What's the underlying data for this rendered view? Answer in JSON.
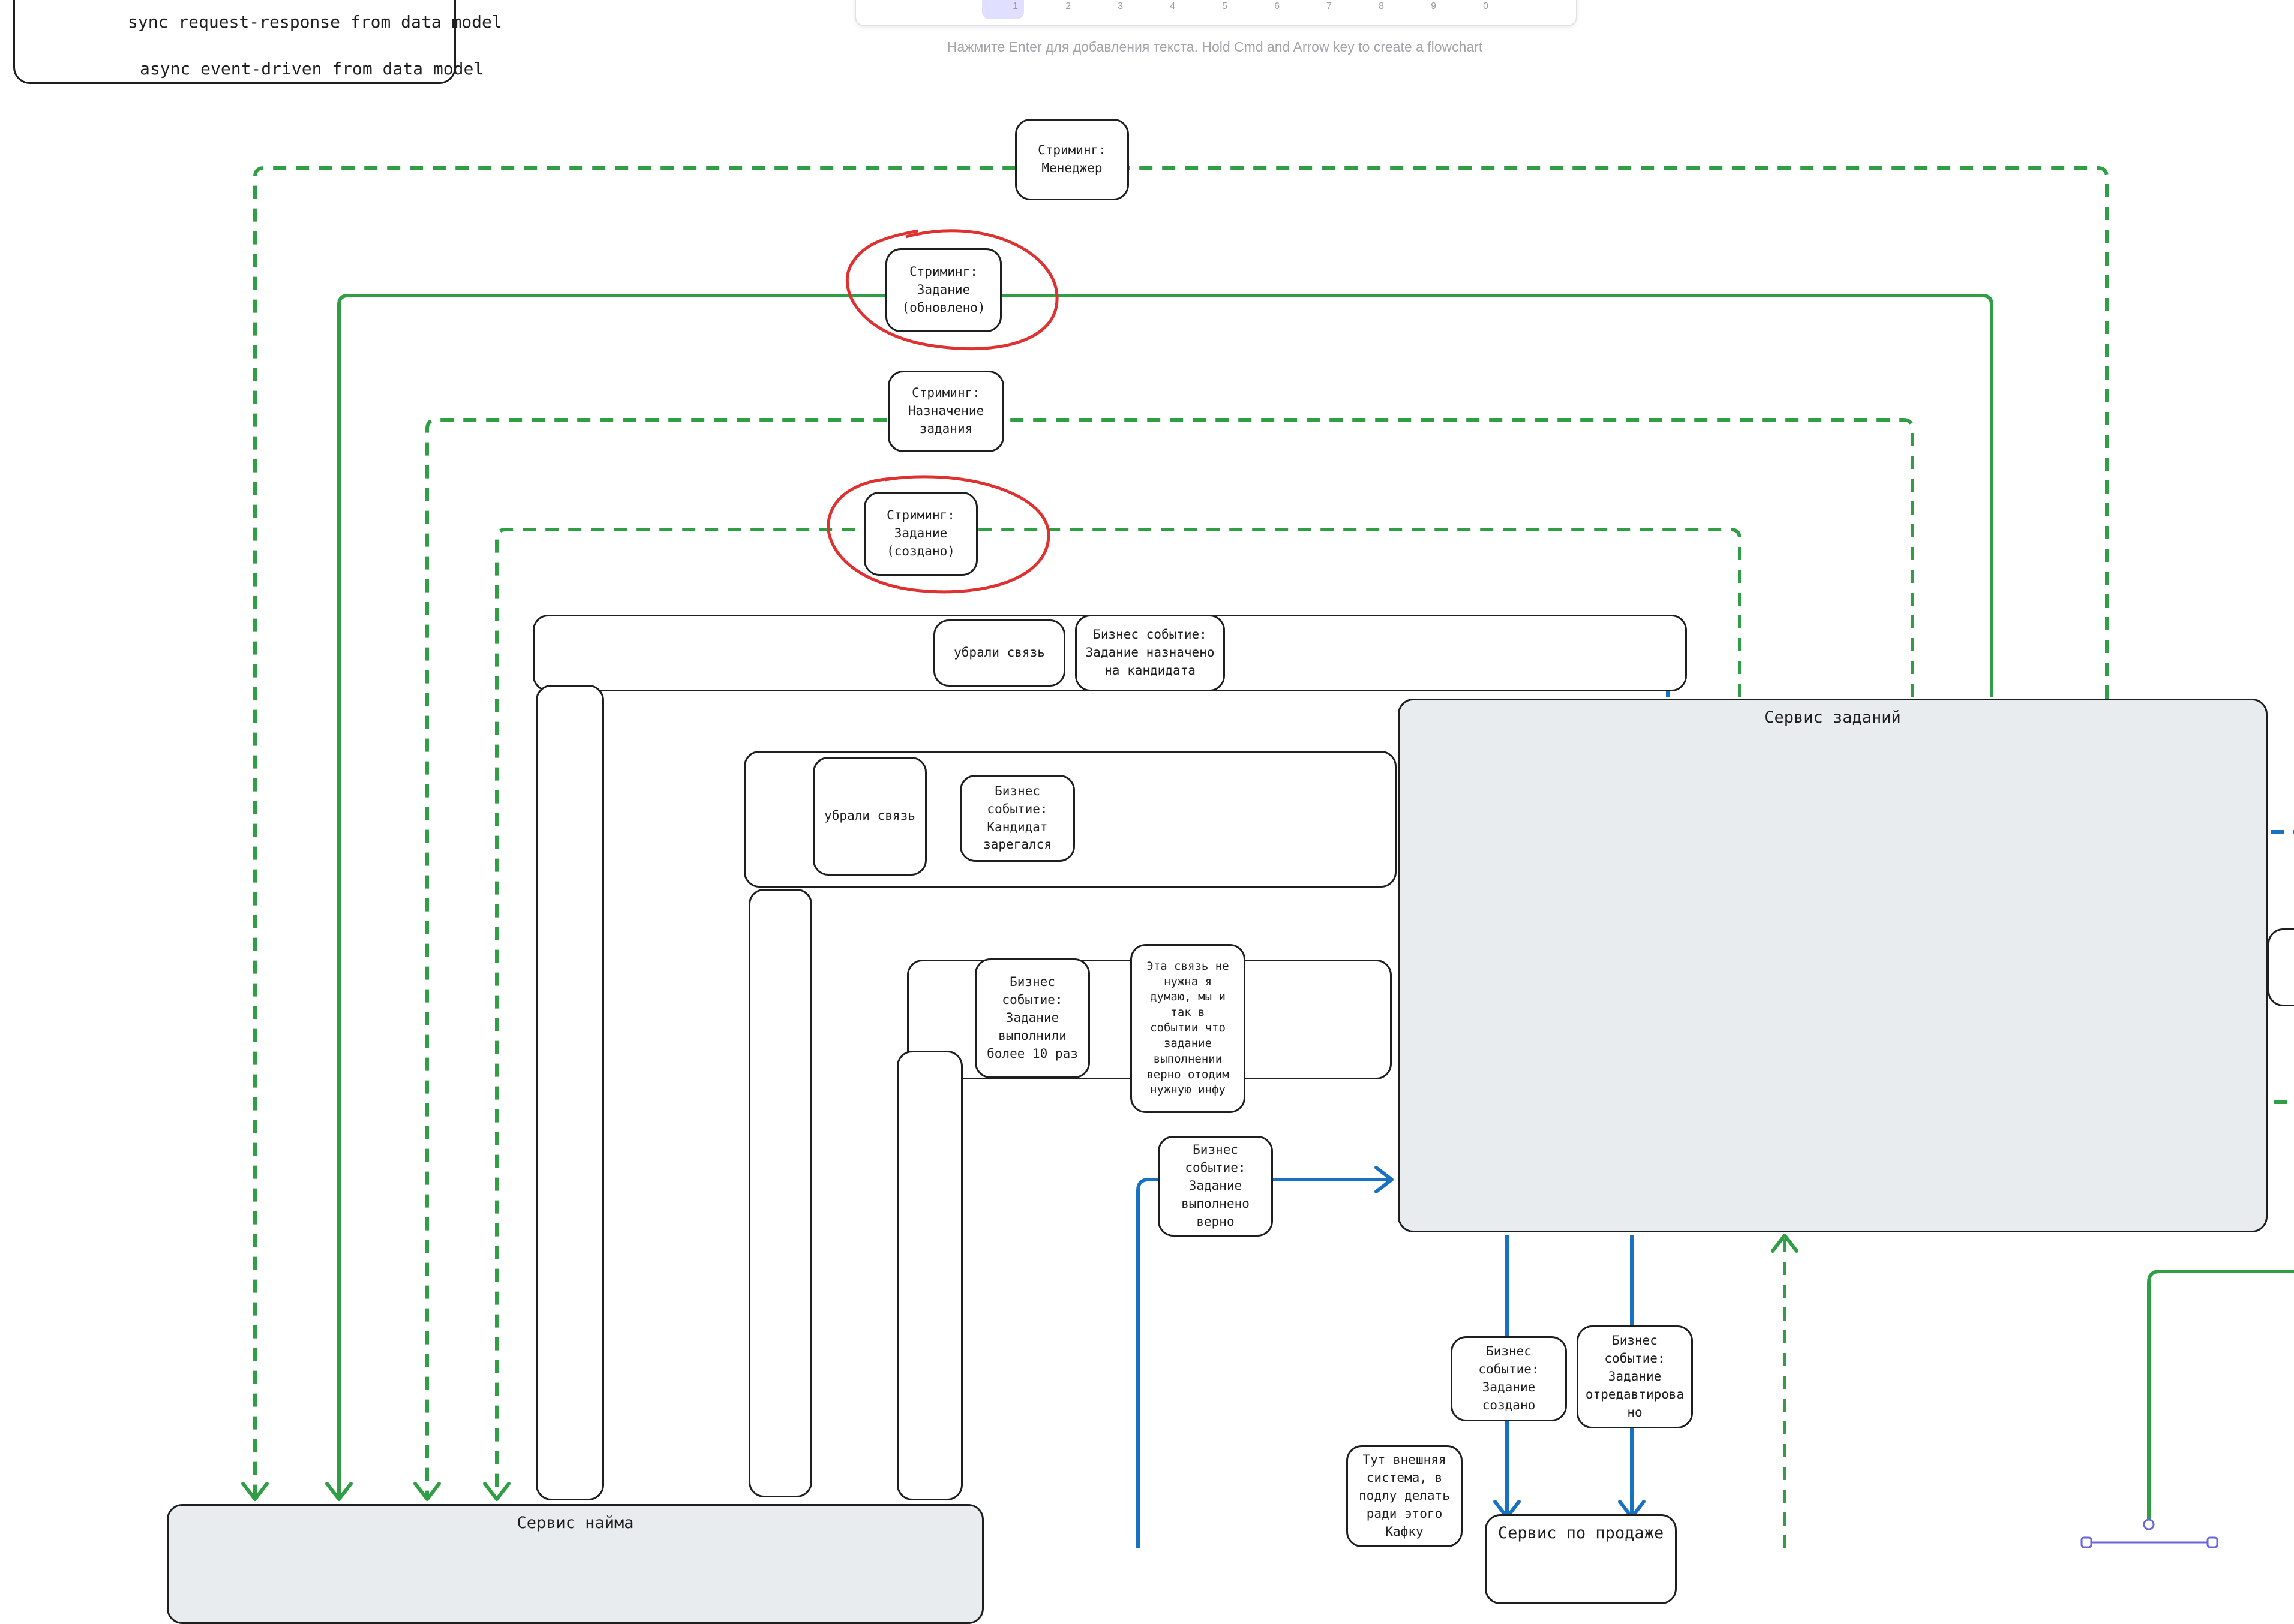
{
  "colors": {
    "green": "#2f9e44",
    "blue": "#1971c2",
    "red": "#e03131",
    "ink": "#1e1e1e",
    "service_fill": "#e9ecef",
    "hint": "#a4a4ad",
    "tool_active": "#e0dfff"
  },
  "legend": {
    "sync_label": "sync request-response from data model",
    "async_label": "async event-driven from data model"
  },
  "toolbar": {
    "tools": [
      {
        "icon": "lock-icon",
        "number": ""
      },
      {
        "icon": "hand-icon",
        "number": ""
      },
      {
        "icon": "selection-icon",
        "number": "1"
      },
      {
        "icon": "rectangle-icon",
        "number": "2"
      },
      {
        "icon": "diamond-icon",
        "number": "3"
      },
      {
        "icon": "ellipse-icon",
        "number": "4"
      },
      {
        "icon": "arrow-icon",
        "number": "5"
      },
      {
        "icon": "line-icon",
        "number": "6"
      },
      {
        "icon": "draw-icon",
        "number": "7"
      },
      {
        "icon": "text-icon",
        "number": "8"
      },
      {
        "icon": "image-icon",
        "number": "9"
      },
      {
        "icon": "eraser-icon",
        "number": "0"
      },
      {
        "icon": "more-tools-icon",
        "number": ""
      }
    ],
    "hint": "Нажмите Enter для добавления текста. Hold Cmd and Arrow key to create a flowchart"
  },
  "nodes": {
    "streaming_manager": "Стриминг:\nМенеджер",
    "streaming_task_updated": "Стриминг:\nЗадание\n(обновлено)",
    "streaming_task_assignment": "Стриминг:\nНазначение\nзадания",
    "streaming_task_created": "Стриминг:\nЗадание\n(создано)",
    "removed_link_1": "убрали связь",
    "event_task_assigned": "Бизнес событие:\nЗадание назначено\nна кандидата",
    "removed_link_2": "убрали связь",
    "event_candidate_registered": "Бизнес\nсобытие:\nКандидат\nзарегался",
    "event_task_done_10": "Бизнес\nсобытие:\nЗадание\nвыполнили\nболее 10 раз",
    "note_link_not_needed": "Эта связь не\nнужна я\nдумаю, мы и\nтак в\nсобытии что\nзадание\nвыполнении\nверно отодим\nнужную инфу",
    "event_task_done_right": "Бизнес\nсобытие:\nЗадание\nвыполнено\nверно",
    "task_service": "Сервис заданий",
    "event_task_created": "Бизнес\nсобытие:\nЗадание\nсоздано",
    "event_task_edited": "Бизнес\nсобытие:\nЗадание\nотредавтирова\nно",
    "note_external_system": "Тут внешняя\nсистема, в\nподлу делать\nради этого\nКафку",
    "hiring_service": "Сервис найма",
    "sales_service": "Сервис по продаже"
  }
}
